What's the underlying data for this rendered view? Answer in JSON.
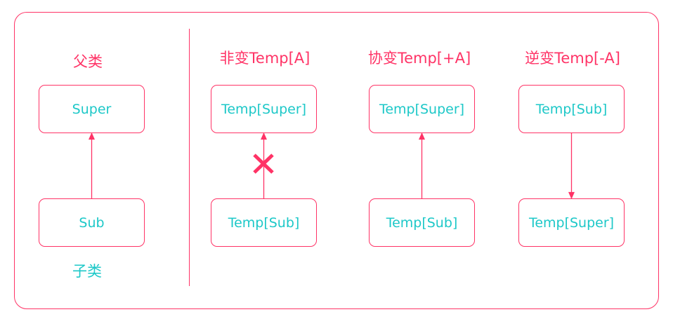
{
  "left_panel": {
    "parent_label": "父类",
    "child_label": "子类",
    "top_box": "Super",
    "bottom_box": "Sub"
  },
  "columns": [
    {
      "title": "非变Temp[A]",
      "top_box": "Temp[Super]",
      "bottom_box": "Temp[Sub]"
    },
    {
      "title": "协变Temp[+A]",
      "top_box": "Temp[Super]",
      "bottom_box": "Temp[Sub]"
    },
    {
      "title": "逆变Temp[-A]",
      "top_box": "Temp[Sub]",
      "bottom_box": "Temp[Super]"
    }
  ],
  "colors": {
    "accent": "#ff3366",
    "text": "#1dc8c8"
  },
  "icons": {
    "not_allowed": "cross-icon"
  }
}
